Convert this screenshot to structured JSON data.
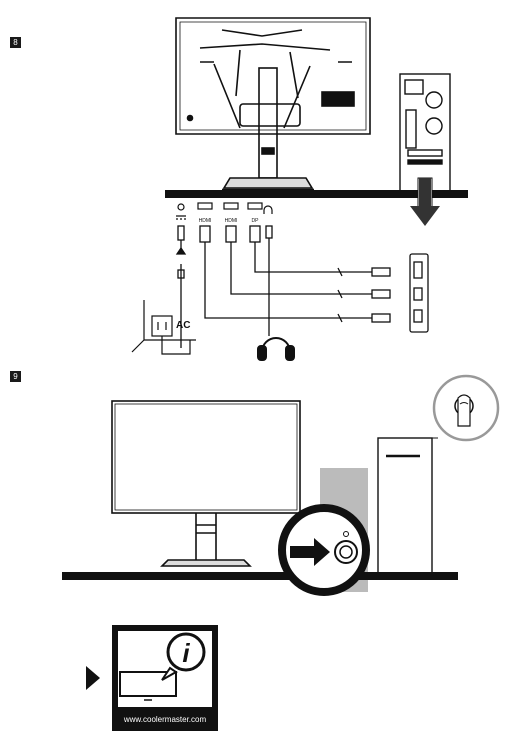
{
  "steps": {
    "step8": "8",
    "step9": "9"
  },
  "ports": {
    "dc": "",
    "hdmi1": "HDMI",
    "hdmi2": "HDMI",
    "dp": "DP"
  },
  "power": {
    "ac_label": "AC"
  },
  "info": {
    "url": "www.coolermaster.com",
    "icon_letter": "i"
  }
}
